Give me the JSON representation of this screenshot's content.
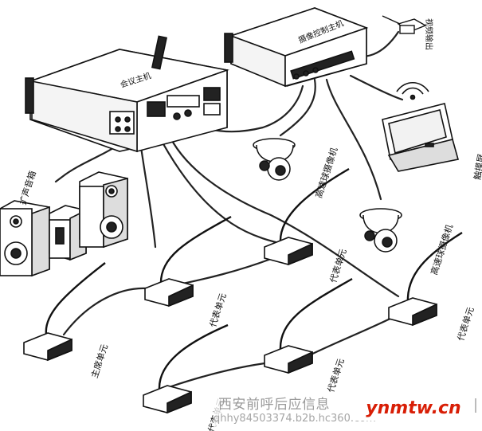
{
  "diagram": {
    "host_unit_text": "会议主机",
    "matrix_text": "摄像控制主机",
    "top_right_device": "视频输出",
    "labels": {
      "speaker": "扩声音箱",
      "camera1": "高速球摄像机",
      "camera2": "高速球摄像机",
      "touchscreen": "触摸屏",
      "chairman": "主席单元",
      "delegate": "代表单元"
    }
  },
  "watermark": {
    "company": "西安前呼后应信息",
    "url": "qhhy8450337",
    "url_tail": "4.b2b.hc360.com",
    "brand": "ynmtw.cn"
  }
}
